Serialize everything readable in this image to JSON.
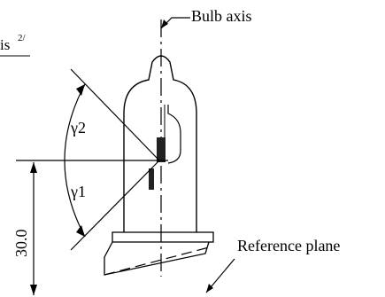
{
  "labels": {
    "bulb_axis": "Bulb axis",
    "reference_plane": "Reference plane",
    "axis_fragment": "is",
    "footnote": "2/",
    "gamma2": "γ2",
    "gamma1": "γ1",
    "dimension": "30.0"
  }
}
